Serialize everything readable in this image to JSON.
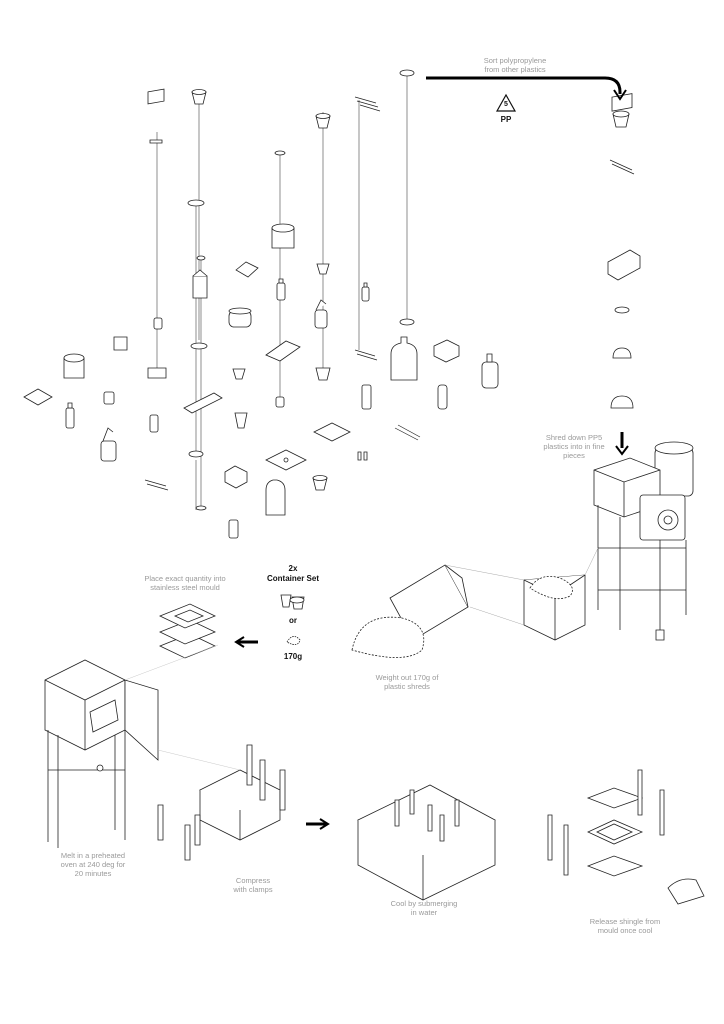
{
  "steps": {
    "sort": "Sort polypropylene\nfrom other plastics",
    "recycle_number": "5",
    "recycle_code": "PP",
    "shred": "Shred down PP5\nplastics into in fine\npieces",
    "weigh": "Weight out 170g of\nplastic shreds",
    "place": "Place exact quantity into\nstainless steel mould",
    "container_qty": "2x",
    "container_label": "Container Set",
    "or": "or",
    "weight_option": "170g",
    "melt": "Melt in a preheated\noven at 240 deg for\n20 minutes",
    "compress": "Compress\nwith clamps",
    "cool": "Cool by submerging\nin water",
    "release": "Release shingle from\nmould once cool"
  },
  "icons": [
    "recycle-symbol-icon",
    "arrow-down-icon",
    "arrow-left-icon",
    "arrow-right-icon",
    "bottle-icon",
    "cup-icon",
    "container-icon",
    "shredder-machine-icon",
    "oven-icon",
    "clamp-icon",
    "mould-icon"
  ],
  "colors": {
    "line": "#222222",
    "label": "#9a9a9a"
  }
}
